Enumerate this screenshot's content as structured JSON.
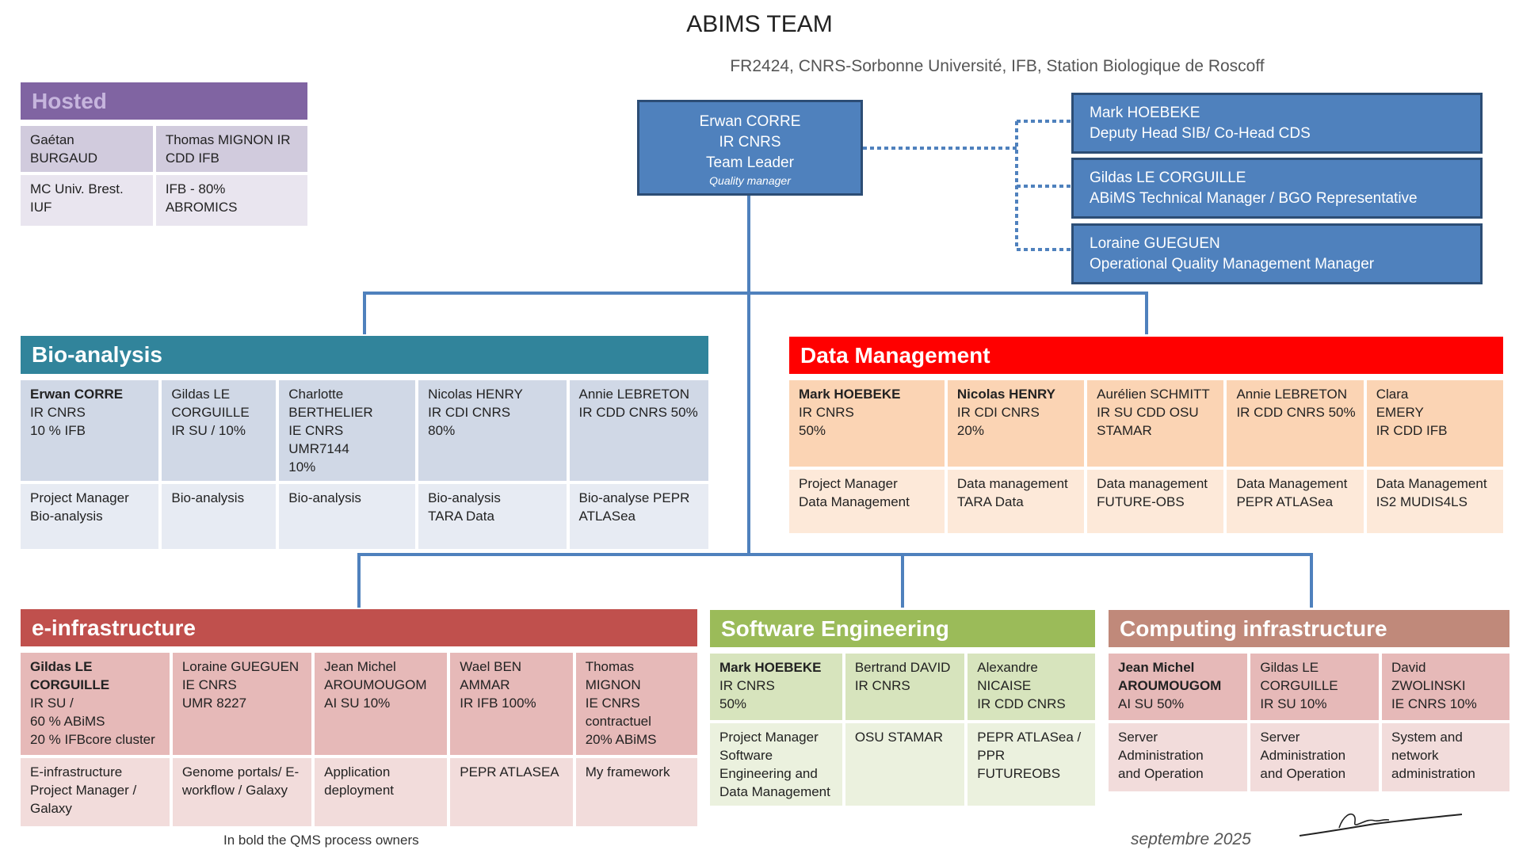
{
  "title": "ABIMS TEAM",
  "subtitle": "FR2424, CNRS-Sorbonne Université, IFB, Station Biologique de Roscoff",
  "colors": {
    "hosted": "#8064a2",
    "bio": "#31849b",
    "data": "#ff0000",
    "einfra": "#c0504d",
    "software": "#9bbb59",
    "computing": "#c0897a",
    "blue": "#4f81bd"
  },
  "leader": {
    "name": "Erwan CORRE",
    "line2": "IR CNRS",
    "line3": "Team Leader",
    "role": "Quality manager"
  },
  "deputies": [
    {
      "name": "Mark HOEBEKE",
      "role": "Deputy Head SIB/ Co-Head CDS"
    },
    {
      "name": "Gildas LE CORGUILLE",
      "role": "ABiMS Technical Manager / BGO Representative"
    },
    {
      "name": "Loraine GUEGUEN",
      "role": "Operational Quality Management Manager"
    }
  ],
  "hosted": {
    "title": "Hosted",
    "rows": [
      [
        "Gaétan BURGAUD",
        "Thomas MIGNON IR\nCDD IFB"
      ],
      [
        "MC Univ. Brest.\nIUF",
        "IFB - 80% ABROMICS"
      ]
    ]
  },
  "bio": {
    "title": "Bio-analysis",
    "people": [
      {
        "bold": "Erwan CORRE",
        "info": "IR CNRS\n10 % IFB",
        "task": "Project Manager\nBio-analysis"
      },
      {
        "bold": "",
        "info": "Gildas LE\nCORGUILLE\nIR SU /  10%",
        "task": "Bio-analysis"
      },
      {
        "bold": "",
        "info": "Charlotte\nBERTHELIER\nIE CNRS UMR7144\n10%",
        "task": "Bio-analysis"
      },
      {
        "bold": "",
        "info": "Nicolas  HENRY\nIR CDI CNRS\n 80%",
        "task": "Bio-analysis\nTARA Data"
      },
      {
        "bold": "",
        "info": "Annie LEBRETON\nIR CDD CNRS 50%",
        "task": "Bio-analyse PEPR\nATLASea"
      }
    ]
  },
  "data": {
    "title": "Data Management",
    "people": [
      {
        "bold": "Mark HOEBEKE",
        "info": "IR CNRS\n50%",
        "task": "Project Manager\nData Management"
      },
      {
        "bold": "Nicolas  HENRY",
        "info": "IR CDI CNRS\n 20%",
        "task": "Data management\nTARA Data"
      },
      {
        "bold": "",
        "info": "Aurélien SCHMITT\nIR SU CDD OSU\nSTAMAR",
        "task": "Data management\nFUTURE-OBS"
      },
      {
        "bold": "",
        "info": "Annie LEBRETON\nIR CDD CNRS 50%",
        "task": "Data Management\nPEPR ATLASea"
      },
      {
        "bold": "",
        "info": "Clara\nEMERY\nIR CDD IFB",
        "task": "Data Management\nIS2 MUDIS4LS"
      }
    ]
  },
  "einfra": {
    "title": "e-infrastructure",
    "people": [
      {
        "bold": "Gildas LE CORGUILLE",
        "info": "IR SU /\n60 % ABiMS\n20 % IFBcore cluster",
        "task": "E-infrastructure\nProject Manager /\nGalaxy"
      },
      {
        "bold": "",
        "info": "Loraine GUEGUEN\nIE CNRS\nUMR 8227",
        "task": "Genome portals/ E-\nworkflow / Galaxy"
      },
      {
        "bold": "",
        "info": "Jean Michel\nAROUMOUGOM\nAI SU 10%",
        "task": "Application\ndeployment"
      },
      {
        "bold": "",
        "info": "Wael BEN\nAMMAR\nIR IFB 100%",
        "task": "PEPR ATLASEA"
      },
      {
        "bold": "",
        "info": "Thomas\nMIGNON\nIE CNRS\ncontractuel\n20%  ABiMS",
        "task": "My framework"
      }
    ]
  },
  "software": {
    "title": "Software Engineering",
    "people": [
      {
        "bold": "Mark HOEBEKE",
        "info": "IR CNRS\n50%",
        "task": "Project Manager\nSoftware\nEngineering and\nData Management"
      },
      {
        "bold": "",
        "info": "Bertrand DAVID\nIR CNRS",
        "task": "OSU STAMAR"
      },
      {
        "bold": "",
        "info": "Alexandre\nNICAISE\nIR CDD CNRS",
        "task": "PEPR ATLASea /\nPPR\nFUTUREOBS"
      }
    ]
  },
  "computing": {
    "title": "Computing infrastructure",
    "people": [
      {
        "bold": "Jean Michel\nAROUMOUGOM",
        "info": "AI SU 50%",
        "task": "Server\nAdministration\nand Operation"
      },
      {
        "bold": "",
        "info": "Gildas LE\nCORGUILLE\nIR SU 10%",
        "task": "Server\nAdministration\nand Operation"
      },
      {
        "bold": "",
        "info": "David ZWOLINSKI\nIE CNRS 10%",
        "task": "System and\nnetwork\nadministration"
      }
    ]
  },
  "footer": {
    "note": "In bold the QMS process owners",
    "date": "septembre 2025"
  }
}
